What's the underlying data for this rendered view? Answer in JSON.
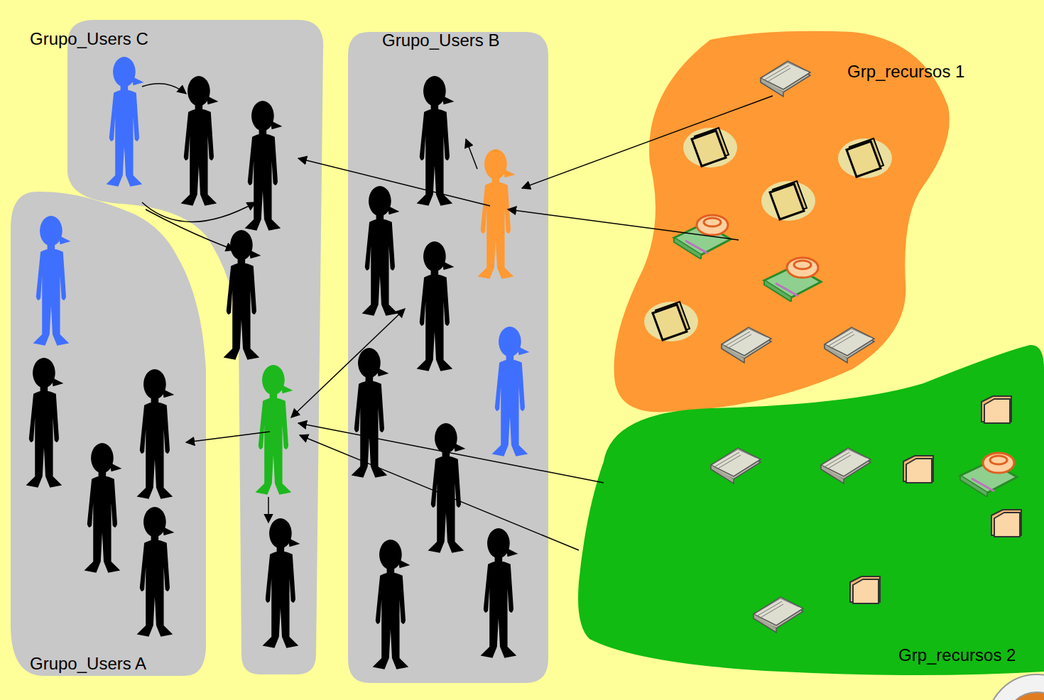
{
  "diagram": {
    "nodes": [
      {
        "text": [
          "Grupo_Users C"
        ]
      },
      {
        "text": [
          "Grupo_Users B"
        ]
      },
      {
        "text": [
          "Grupo_Users A"
        ]
      },
      {
        "text": [
          "Grp_recursos 1"
        ]
      },
      {
        "text": [
          "Grp_recursos 2"
        ]
      }
    ],
    "edges": [
      {
        "from": 3,
        "to": 1,
        "arrow": "to"
      },
      {
        "from": 3,
        "to": 1,
        "arrow": "to"
      },
      {
        "from": 1,
        "to": 0,
        "arrow": "to"
      },
      {
        "from": 4,
        "to": 0,
        "arrow": "to"
      },
      {
        "from": 4,
        "to": 0,
        "arrow": "to"
      },
      {
        "from": 0,
        "to": 2,
        "arrow": "to"
      },
      {
        "from": 0,
        "to": 1,
        "arrow": "both"
      }
    ]
  }
}
